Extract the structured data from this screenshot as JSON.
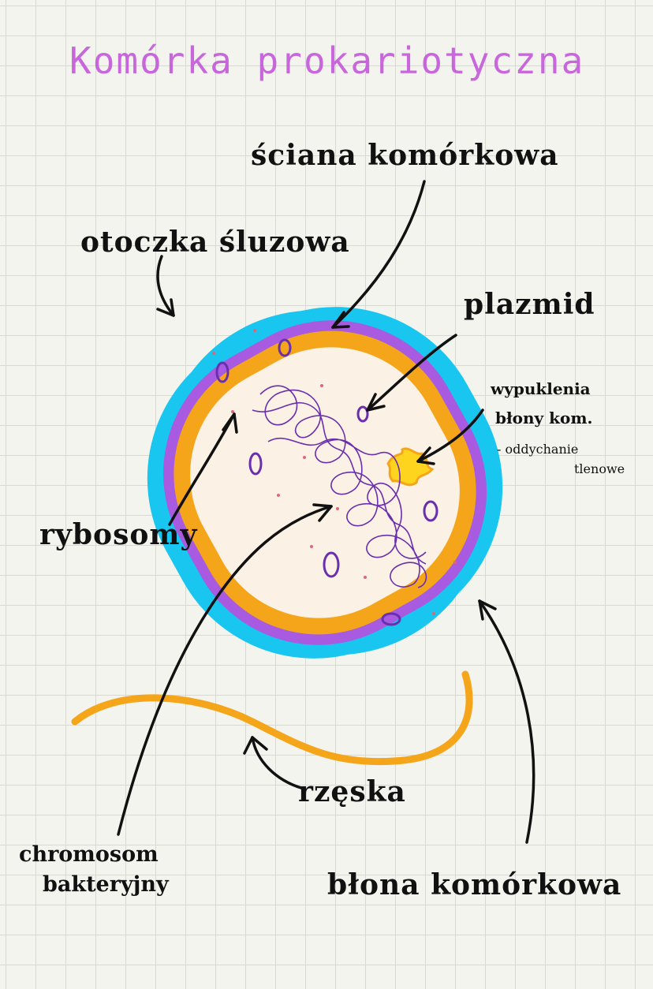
{
  "title": "Komórka prokariotyczna",
  "labels": {
    "cell_wall": "ściana komórkowa",
    "slime_layer": "otoczka śluzowa",
    "plasmid": "plazmid",
    "membrane_folds_line1": "wypuklenia",
    "membrane_folds_line2": "błony kom.",
    "membrane_folds_note1": "- oddychanie",
    "membrane_folds_note2": "tlenowe",
    "ribosomes": "rybosomy",
    "flagellum": "rzęska",
    "chromosome_line1": "chromosom",
    "chromosome_line2": "bakteryjny",
    "cell_membrane": "błona komórkowa"
  },
  "colors": {
    "title": "#c04fd8",
    "capsule": "#18c6ef",
    "cell_wall": "#a85ae0",
    "membrane": "#f5a51a",
    "cytoplasm": "#fbf1e4",
    "chromosome": "#6a2fae",
    "plasmid": "#6a2fae",
    "ribosome": "#e0667a",
    "flagellum": "#f5a51a",
    "arrow": "#111111"
  }
}
